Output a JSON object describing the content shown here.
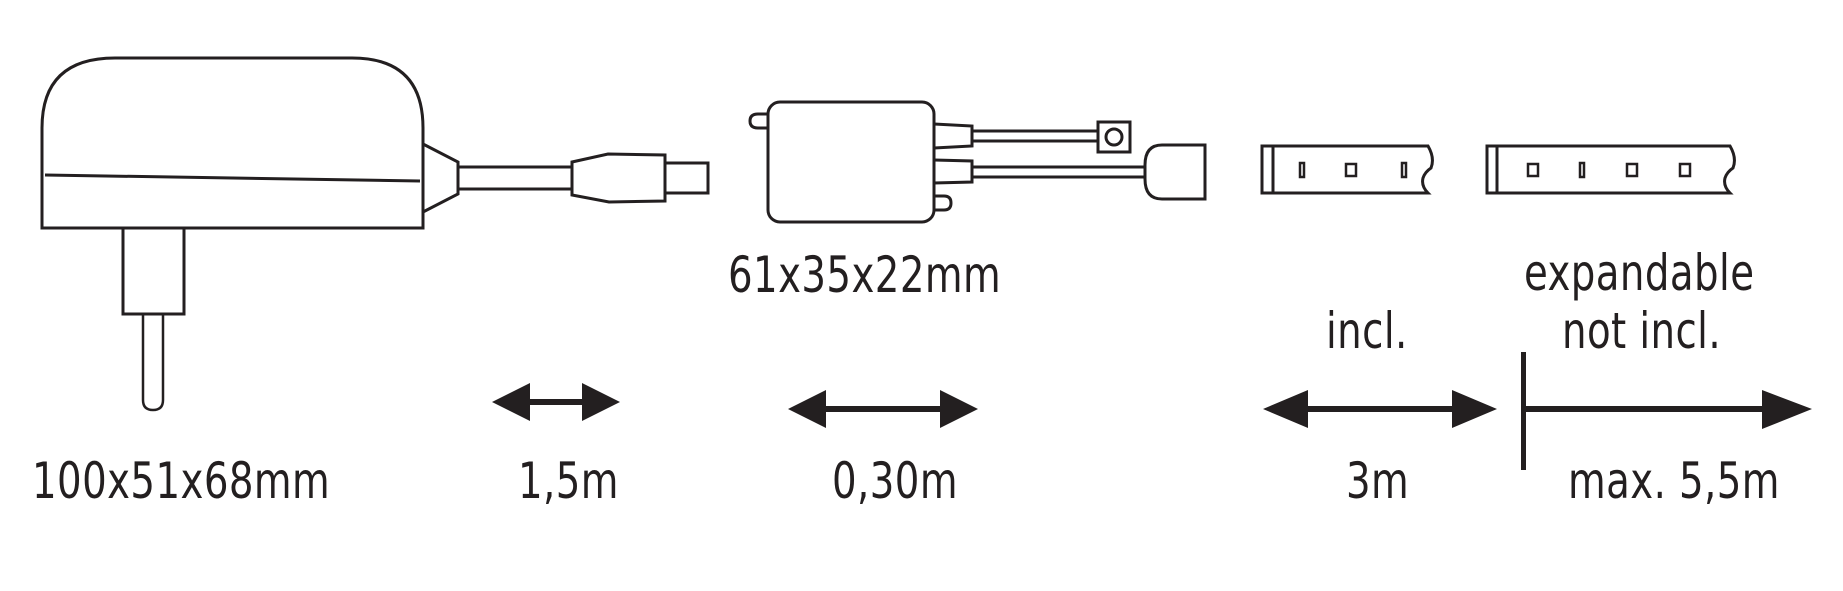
{
  "colors": {
    "ink": "#231f20",
    "background": "#ffffff"
  },
  "components": [
    {
      "id": "power-adapter",
      "icon": "power-adapter-icon",
      "dimension": "100x51x68mm"
    },
    {
      "id": "adapter-cable",
      "icon": "double-arrow-icon",
      "length": "1,5m"
    },
    {
      "id": "controller",
      "icon": "controller-box-icon",
      "dimension": "61x35x22mm"
    },
    {
      "id": "controller-cable",
      "icon": "double-arrow-icon",
      "length": "0,30m"
    },
    {
      "id": "led-strip-included",
      "icon": "led-strip-icon",
      "status": "incl.",
      "length": "3m"
    },
    {
      "id": "led-strip-extension",
      "icon": "led-strip-icon",
      "status_line1": "expandable",
      "status_line2": "not incl.",
      "length": "max. 5,5m"
    }
  ]
}
